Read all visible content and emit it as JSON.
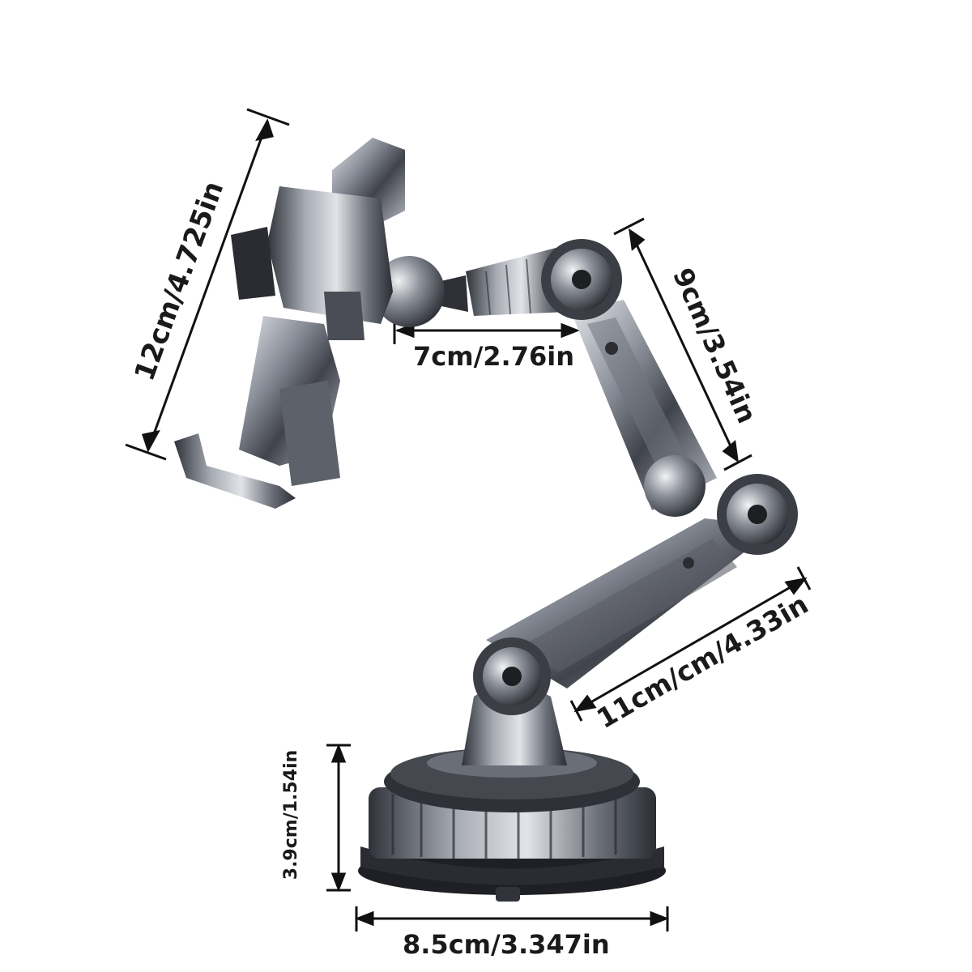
{
  "dimensions": {
    "holder_height": "12cm/4.725in",
    "holder_arm": "7cm/2.76in",
    "upper_arm": "9cm/3.54in",
    "lower_arm": "11cm/cm/4.33in",
    "base_height": "3.9cm/1.54in",
    "base_width": "8.5cm/3.347in"
  },
  "colors": {
    "metal_dark": "#3a3d45",
    "metal_mid": "#7d818b",
    "metal_light": "#c9ccd3",
    "line": "#111111"
  }
}
